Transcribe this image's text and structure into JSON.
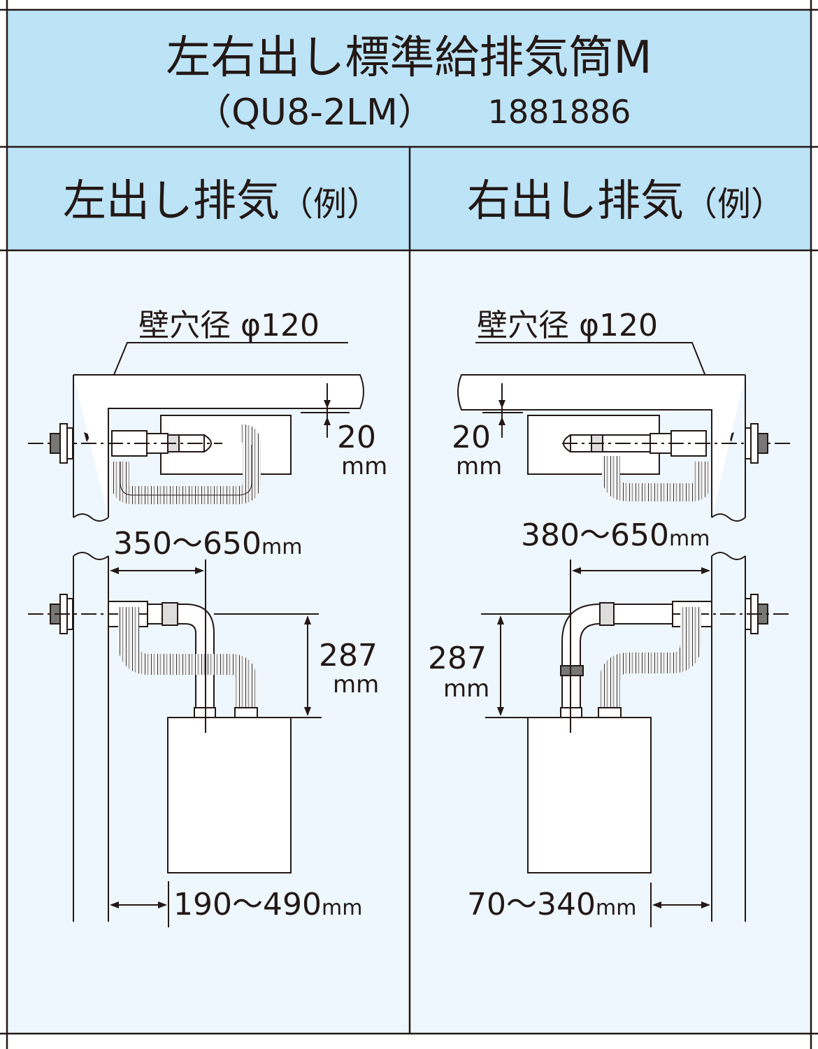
{
  "header": {
    "title": "左右出し標準給排気筒M",
    "model": "（QU8-2LM）",
    "code": "1881886"
  },
  "left": {
    "heading": "左出し排気",
    "heading_suffix": "（例）",
    "hole": "壁穴径 φ120",
    "gap_value": "20",
    "gap_unit": "mm",
    "span_value": "350〜650",
    "span_unit": "mm",
    "height_value": "287",
    "height_unit": "mm",
    "offset_value": "190〜490",
    "offset_unit": "mm"
  },
  "right": {
    "heading": "右出し排気",
    "heading_suffix": "（例）",
    "hole": "壁穴径 φ120",
    "gap_value": "20",
    "gap_unit": "mm",
    "span_value": "380〜650",
    "span_unit": "mm",
    "height_value": "287",
    "height_unit": "mm",
    "offset_value": "70〜340",
    "offset_unit": "mm"
  },
  "colors": {
    "header_bg": "#bde3f7",
    "panel_bg": "#eef7fd",
    "line": "#231815"
  }
}
